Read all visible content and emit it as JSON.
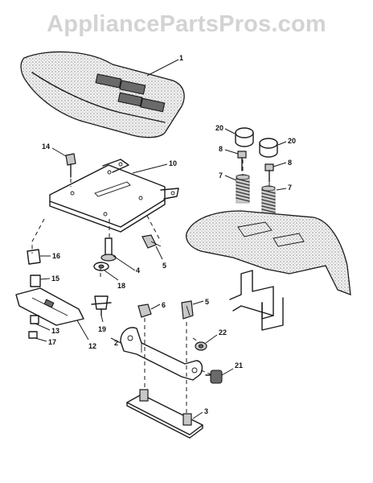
{
  "watermark": "AppliancePartsPros.com",
  "callouts": {
    "c1": "1",
    "c2": "2",
    "c3": "3",
    "c4": "4",
    "c5a": "5",
    "c5b": "5",
    "c6": "6",
    "c7a": "7",
    "c7b": "7",
    "c8a": "8",
    "c8b": "8",
    "c10": "10",
    "c12": "12",
    "c13": "13",
    "c14": "14",
    "c15": "15",
    "c16": "16",
    "c17": "17",
    "c18": "18",
    "c19": "19",
    "c20a": "20",
    "c20b": "20",
    "c21": "21",
    "c22": "22"
  }
}
